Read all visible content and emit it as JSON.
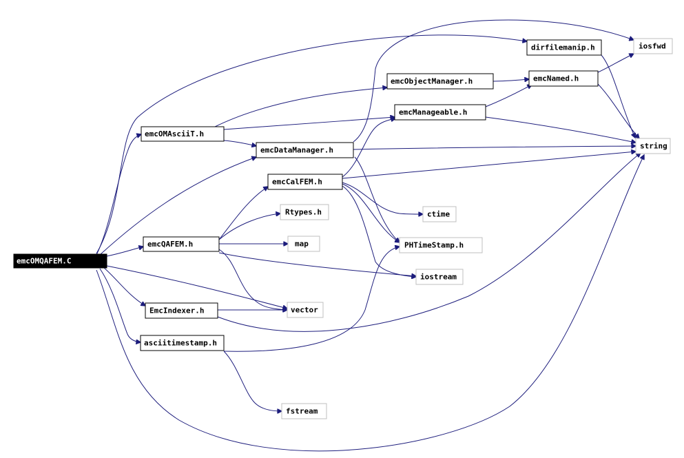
{
  "diagram": {
    "type": "include-dependency-graph",
    "root": "emcOMQAFEM.C",
    "nodes": [
      {
        "id": "root",
        "label": "emcOMQAFEM.C",
        "kind": "root"
      },
      {
        "id": "asciiT",
        "label": "emcOMAsciiT.h",
        "kind": "documented"
      },
      {
        "id": "dataMgr",
        "label": "emcDataManager.h",
        "kind": "documented"
      },
      {
        "id": "objMgr",
        "label": "emcObjectManager.h",
        "kind": "documented"
      },
      {
        "id": "manageable",
        "label": "emcManageable.h",
        "kind": "documented"
      },
      {
        "id": "named",
        "label": "emcNamed.h",
        "kind": "documented"
      },
      {
        "id": "dirfile",
        "label": "dirfilemanip.h",
        "kind": "documented"
      },
      {
        "id": "calFEM",
        "label": "emcCalFEM.h",
        "kind": "documented"
      },
      {
        "id": "qaFEM",
        "label": "emcQAFEM.h",
        "kind": "documented"
      },
      {
        "id": "indexer",
        "label": "EmcIndexer.h",
        "kind": "documented"
      },
      {
        "id": "asciits",
        "label": "asciitimestamp.h",
        "kind": "documented"
      },
      {
        "id": "iosfwd",
        "label": "iosfwd",
        "kind": "external"
      },
      {
        "id": "string",
        "label": "string",
        "kind": "external"
      },
      {
        "id": "rtypes",
        "label": "Rtypes.h",
        "kind": "external"
      },
      {
        "id": "ctime",
        "label": "ctime",
        "kind": "external"
      },
      {
        "id": "map",
        "label": "map",
        "kind": "external"
      },
      {
        "id": "phts",
        "label": "PHTimeStamp.h",
        "kind": "external"
      },
      {
        "id": "iostream",
        "label": "iostream",
        "kind": "external"
      },
      {
        "id": "vector",
        "label": "vector",
        "kind": "external"
      },
      {
        "id": "fstream",
        "label": "fstream",
        "kind": "external"
      }
    ],
    "edges": [
      [
        "root",
        "asciiT"
      ],
      [
        "root",
        "dataMgr"
      ],
      [
        "root",
        "qaFEM"
      ],
      [
        "root",
        "indexer"
      ],
      [
        "root",
        "asciits"
      ],
      [
        "root",
        "dirfile"
      ],
      [
        "root",
        "string"
      ],
      [
        "root",
        "vector"
      ],
      [
        "asciiT",
        "objMgr"
      ],
      [
        "asciiT",
        "manageable"
      ],
      [
        "asciiT",
        "dataMgr"
      ],
      [
        "dataMgr",
        "string"
      ],
      [
        "dataMgr",
        "iosfwd"
      ],
      [
        "dataMgr",
        "phts"
      ],
      [
        "objMgr",
        "named"
      ],
      [
        "manageable",
        "named"
      ],
      [
        "manageable",
        "string"
      ],
      [
        "named",
        "iosfwd"
      ],
      [
        "named",
        "string"
      ],
      [
        "dirfile",
        "string"
      ],
      [
        "calFEM",
        "manageable"
      ],
      [
        "calFEM",
        "string"
      ],
      [
        "calFEM",
        "ctime"
      ],
      [
        "calFEM",
        "phts"
      ],
      [
        "calFEM",
        "iostream"
      ],
      [
        "qaFEM",
        "calFEM"
      ],
      [
        "qaFEM",
        "rtypes"
      ],
      [
        "qaFEM",
        "map"
      ],
      [
        "qaFEM",
        "vector"
      ],
      [
        "qaFEM",
        "iostream"
      ],
      [
        "indexer",
        "vector"
      ],
      [
        "indexer",
        "string"
      ],
      [
        "asciits",
        "phts"
      ],
      [
        "asciits",
        "fstream"
      ]
    ]
  }
}
